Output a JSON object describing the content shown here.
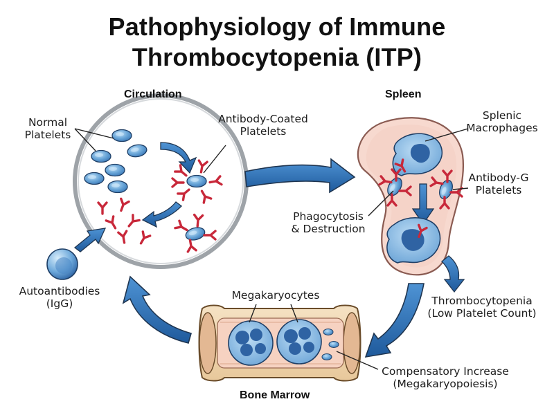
{
  "title": {
    "line1": "Pathophysiology of Immune",
    "line2": "Thrombocytopenia (ITP)"
  },
  "sections": {
    "circulation": "Circulation",
    "spleen": "Spleen",
    "bone_marrow": "Bone Marrow"
  },
  "labels": {
    "normal_platelets": {
      "line1": "Normal",
      "line2": "Platelets"
    },
    "antibody_coated": {
      "line1": "Antibody-Coated",
      "line2": "Platelets"
    },
    "autoantibodies": {
      "line1": "Autoantibodies",
      "line2": "(IgG)"
    },
    "splenic_macrophages": {
      "line1": "Splenic",
      "line2": "Macrophages"
    },
    "antibody_g": {
      "line1": "Antibody-G",
      "line2": "Platelets"
    },
    "phagocytosis": {
      "line1": "Phagocytosis",
      "line2": "& Destruction"
    },
    "thrombocytopenia": {
      "line1": "Thrombocytopenia",
      "line2": "(Low Platelet Count)"
    },
    "megakaryocytes": "Megakaryocytes",
    "compensatory": {
      "line1": "Compensatory Increase",
      "line2": "(Megakaryopoiesis)"
    }
  },
  "colors": {
    "arrow_blue": "#2f6fb4",
    "arrow_outline": "#1f3550",
    "platelet_blue": "#6aa6d8",
    "antibody_red": "#c8283a",
    "spleen_fill": "#f7d9cf",
    "bone_fill": "#f1d7b4"
  }
}
